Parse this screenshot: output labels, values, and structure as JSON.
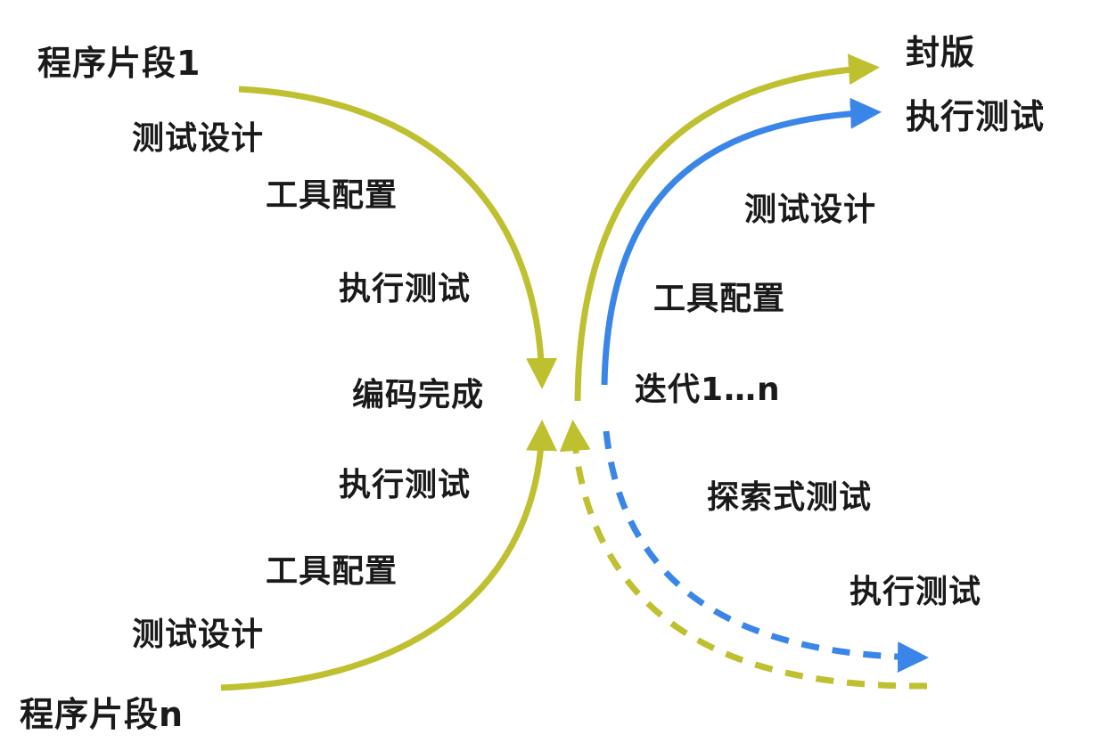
{
  "colors": {
    "yellow": "#BFC030",
    "blue": "#3A86E8",
    "text": "#1a1a1a"
  },
  "left": {
    "top_start": "程序片段1",
    "top_steps": [
      "测试设计",
      "工具配置",
      "执行测试"
    ],
    "center": "编码完成",
    "bottom_steps": [
      "执行测试",
      "工具配置",
      "测试设计"
    ],
    "bottom_start": "程序片段n"
  },
  "right": {
    "release": "封版",
    "execute_top": "执行测试",
    "iteration_steps": [
      "测试设计",
      "工具配置"
    ],
    "iteration": "迭代1…n",
    "exploratory": "探索式测试",
    "execute_bottom": "执行测试"
  }
}
